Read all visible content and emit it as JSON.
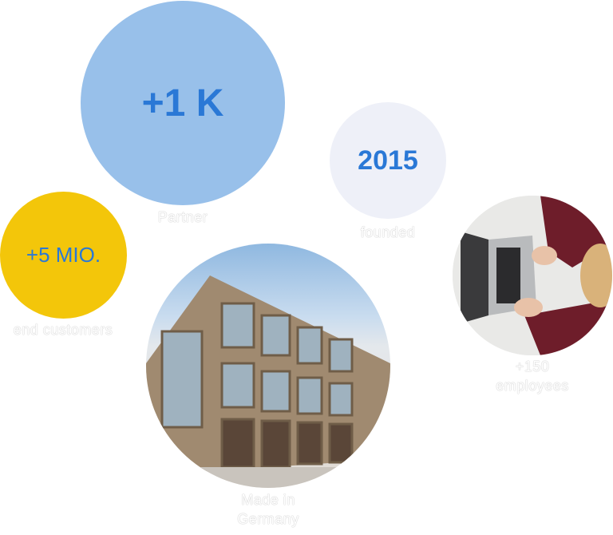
{
  "stats": [
    {
      "value": "+1 K",
      "label": "Partner",
      "color": "#98c0ea"
    },
    {
      "value": "2015",
      "label": "founded",
      "color": "#eef0f8"
    },
    {
      "value": "+5 MIO.",
      "label": "end customers",
      "color": "#f3c60a"
    },
    {
      "label_line1": "Made in",
      "label_line2": "Germany"
    },
    {
      "label_line1": "+150",
      "label_line2": "employees"
    }
  ],
  "accent": "#2a78d6"
}
